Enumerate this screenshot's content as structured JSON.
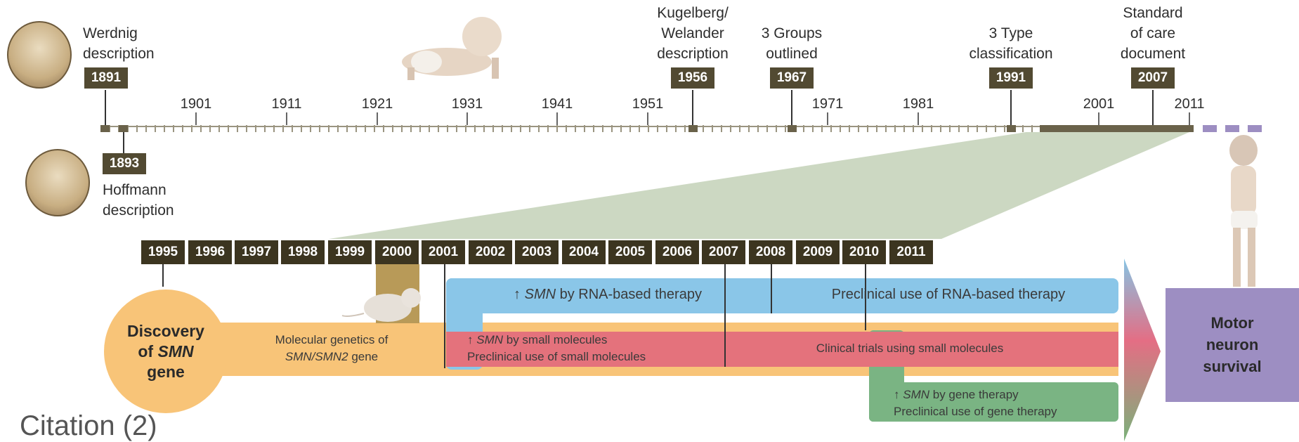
{
  "top_events": [
    {
      "year": "1891",
      "label": "Werdnig\ndescription"
    },
    {
      "year": "1893",
      "label": "Hoffmann\ndescription"
    },
    {
      "year": "1956",
      "label": "Kugelberg/\nWelander\ndescription"
    },
    {
      "year": "1967",
      "label": "3 Groups\noutlined"
    },
    {
      "year": "1991",
      "label": "3 Type\nclassification"
    },
    {
      "year": "2007",
      "label": "Standard\nof care\ndocument"
    }
  ],
  "timeline_ticks": [
    "1901",
    "1911",
    "1921",
    "1931",
    "1941",
    "1951",
    "1971",
    "1981",
    "2001",
    "2011"
  ],
  "detail_years": [
    "1995",
    "1996",
    "1997",
    "1998",
    "1999",
    "2000",
    "2001",
    "2002",
    "2003",
    "2004",
    "2005",
    "2006",
    "2007",
    "2008",
    "2009",
    "2010",
    "2011"
  ],
  "discovery": {
    "line1": "Discovery",
    "line2_prefix": "of ",
    "line2_em": "SMN",
    "line3": "gene"
  },
  "molecular": {
    "line1": "Molecular genetics of",
    "line2_em": "SMN/SMN2",
    "line2_suffix": " gene"
  },
  "rna": {
    "arrow": "↑",
    "em": "SMN",
    "text": " by RNA-based therapy",
    "preclinical": "Preclinical use of RNA-based therapy"
  },
  "small": {
    "arrow": "↑",
    "em": "SMN",
    "text": " by small molecules",
    "line2": "Preclinical use of small molecules",
    "clinical": "Clinical trials using small molecules"
  },
  "gene": {
    "arrow": "↑",
    "em": "SMN",
    "text": " by gene therapy",
    "line2": "Preclinical use of gene therapy"
  },
  "outcome": {
    "line1": "Motor",
    "line2": "neuron",
    "line3": "survival"
  },
  "citation": "Citation (2)",
  "colors": {
    "bar_blue": "#87c3e6",
    "bar_red": "#e4727c",
    "bar_orange": "#f8c478",
    "bar_green": "#7ab483",
    "outcome_purple": "#9d8ec2",
    "year_box": "#524a32",
    "wedge": "#cdd9c5"
  }
}
